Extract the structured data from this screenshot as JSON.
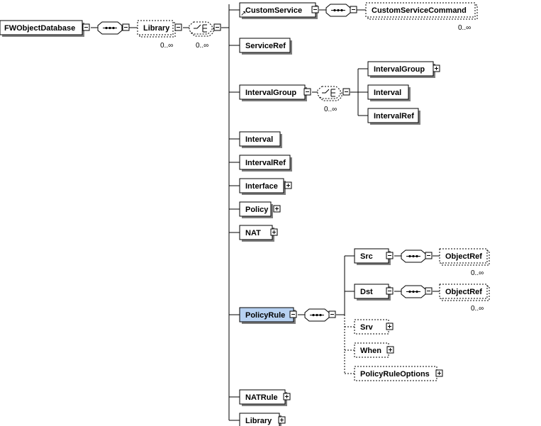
{
  "diagram": {
    "nodes": {
      "fwobjectdatabase": "FWObjectDatabase",
      "library_top": "Library",
      "customservice": "CustomService",
      "customservicecommand": "CustomServiceCommand",
      "serviceref": "ServiceRef",
      "intervalgroup": "IntervalGroup",
      "intervalgroup_child": "IntervalGroup",
      "interval_child": "Interval",
      "intervalref_child": "IntervalRef",
      "interval": "Interval",
      "intervalref": "IntervalRef",
      "interface": "Interface",
      "policy": "Policy",
      "nat": "NAT",
      "policyrule": "PolicyRule",
      "src": "Src",
      "objectref_src": "ObjectRef",
      "dst": "Dst",
      "objectref_dst": "ObjectRef",
      "srv": "Srv",
      "when": "When",
      "policyruleoptions": "PolicyRuleOptions",
      "natrule": "NATRule",
      "library_bottom": "Library"
    },
    "cardinalities": {
      "library": "0..∞",
      "choice": "0..∞",
      "customservicecommand": "0..∞",
      "intervalgroup_choice": "0..∞",
      "objectref_src": "0..∞",
      "objectref_dst": "0..∞"
    },
    "selected_node": "PolicyRule",
    "colors": {
      "selected_fill": "#b7d1f1",
      "box_fill": "#ffffff",
      "shadow": "#7f7f7f"
    }
  }
}
